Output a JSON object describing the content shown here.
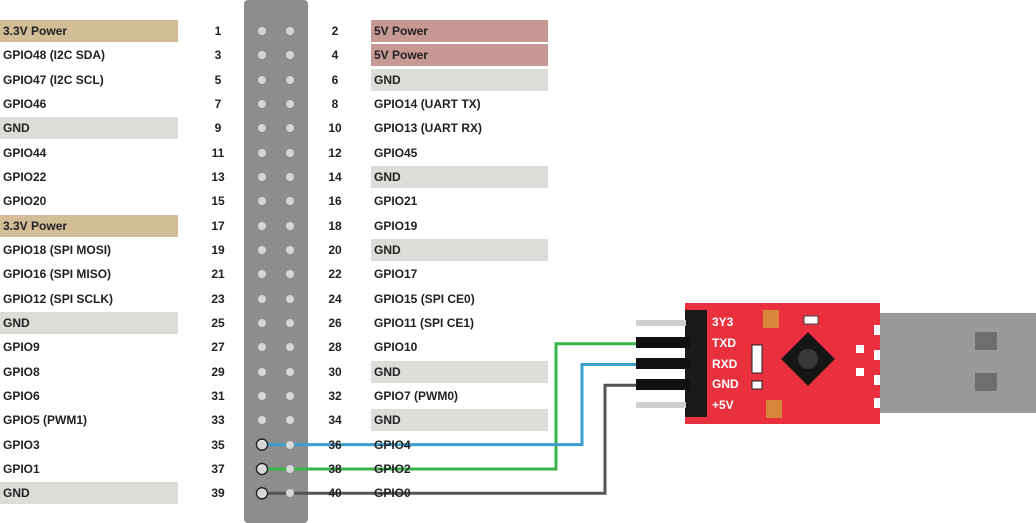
{
  "colors": {
    "power3v3": "#d2bd97",
    "power5v": "#c69996",
    "gnd": "#dcdcd8",
    "gpio": "#ffffff",
    "header": "#8d8d8d",
    "wire_blue": "#3a9fcc",
    "wire_green": "#38b34a",
    "wire_gray": "#555555",
    "board": "#e8303f"
  },
  "left_pins": [
    {
      "num": "1",
      "label": "3.3V Power",
      "kind": "power3v3"
    },
    {
      "num": "3",
      "label": "GPIO48 (I2C SDA)",
      "kind": "gpio"
    },
    {
      "num": "5",
      "label": "GPIO47 (I2C SCL)",
      "kind": "gpio"
    },
    {
      "num": "7",
      "label": "GPIO46",
      "kind": "gpio"
    },
    {
      "num": "9",
      "label": "GND",
      "kind": "gnd"
    },
    {
      "num": "11",
      "label": "GPIO44",
      "kind": "gpio"
    },
    {
      "num": "13",
      "label": "GPIO22",
      "kind": "gpio"
    },
    {
      "num": "15",
      "label": "GPIO20",
      "kind": "gpio"
    },
    {
      "num": "17",
      "label": "3.3V Power",
      "kind": "power3v3"
    },
    {
      "num": "19",
      "label": "GPIO18 (SPI MOSI)",
      "kind": "gpio"
    },
    {
      "num": "21",
      "label": "GPIO16 (SPI MISO)",
      "kind": "gpio"
    },
    {
      "num": "23",
      "label": "GPIO12 (SPI SCLK)",
      "kind": "gpio"
    },
    {
      "num": "25",
      "label": "GND",
      "kind": "gnd"
    },
    {
      "num": "27",
      "label": "GPIO9",
      "kind": "gpio"
    },
    {
      "num": "29",
      "label": "GPIO8",
      "kind": "gpio"
    },
    {
      "num": "31",
      "label": "GPIO6",
      "kind": "gpio"
    },
    {
      "num": "33",
      "label": "GPIO5 (PWM1)",
      "kind": "gpio"
    },
    {
      "num": "35",
      "label": "GPIO3",
      "kind": "gpio"
    },
    {
      "num": "37",
      "label": "GPIO1",
      "kind": "gpio"
    },
    {
      "num": "39",
      "label": "GND",
      "kind": "gnd"
    }
  ],
  "right_pins": [
    {
      "num": "2",
      "label": "5V Power",
      "kind": "power5v"
    },
    {
      "num": "4",
      "label": "5V Power",
      "kind": "power5v"
    },
    {
      "num": "6",
      "label": "GND",
      "kind": "gnd"
    },
    {
      "num": "8",
      "label": "GPIO14 (UART TX)",
      "kind": "gpio"
    },
    {
      "num": "10",
      "label": "GPIO13 (UART RX)",
      "kind": "gpio"
    },
    {
      "num": "12",
      "label": "GPIO45",
      "kind": "gpio"
    },
    {
      "num": "14",
      "label": "GND",
      "kind": "gnd"
    },
    {
      "num": "16",
      "label": "GPIO21",
      "kind": "gpio"
    },
    {
      "num": "18",
      "label": "GPIO19",
      "kind": "gpio"
    },
    {
      "num": "20",
      "label": "GND",
      "kind": "gnd"
    },
    {
      "num": "22",
      "label": "GPIO17",
      "kind": "gpio"
    },
    {
      "num": "24",
      "label": "GPIO15 (SPI CE0)",
      "kind": "gpio"
    },
    {
      "num": "26",
      "label": "GPIO11 (SPI CE1)",
      "kind": "gpio"
    },
    {
      "num": "28",
      "label": "GPIO10",
      "kind": "gpio"
    },
    {
      "num": "30",
      "label": "GND",
      "kind": "gnd"
    },
    {
      "num": "32",
      "label": "GPIO7 (PWM0)",
      "kind": "gpio"
    },
    {
      "num": "34",
      "label": "GND",
      "kind": "gnd"
    },
    {
      "num": "36",
      "label": "GPIO4",
      "kind": "gpio"
    },
    {
      "num": "38",
      "label": "GPIO2",
      "kind": "gpio"
    },
    {
      "num": "40",
      "label": "GPIO0",
      "kind": "gpio"
    }
  ],
  "adapter": {
    "pins": [
      "3Y3",
      "TXD",
      "RXD",
      "GND",
      "+5V"
    ]
  },
  "connections": [
    {
      "from": "35",
      "to": "RXD",
      "color": "wire_blue"
    },
    {
      "from": "37",
      "to": "TXD",
      "color": "wire_green"
    },
    {
      "from": "39",
      "to": "GND",
      "color": "wire_gray"
    }
  ]
}
